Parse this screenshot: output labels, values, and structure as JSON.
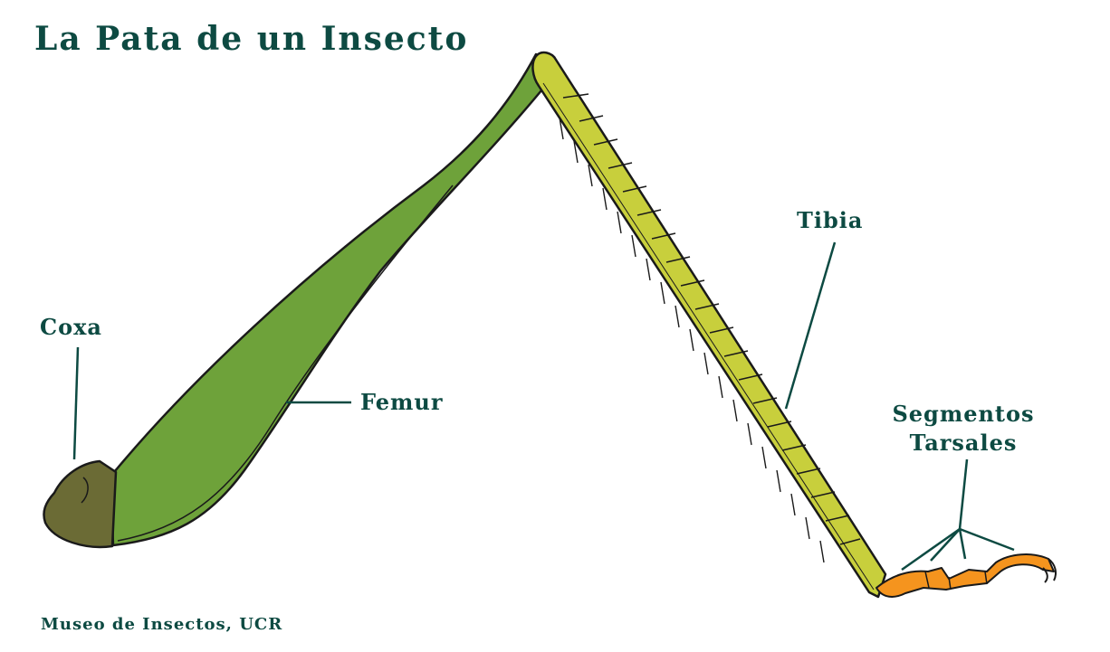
{
  "title": "La Pata de un Insecto",
  "credit": "Museo de Insectos, UCR",
  "labels": {
    "coxa": "Coxa",
    "femur": "Femur",
    "tibia": "Tibia",
    "tarsal_line1": "Segmentos",
    "tarsal_line2": "Tarsales"
  },
  "colors": {
    "coxa": "#6b6b35",
    "femur": "#6ea23a",
    "tibia": "#c8cf3c",
    "tarsus": "#f5941e",
    "outline": "#1a1a1a",
    "label": "#0d4a42"
  }
}
